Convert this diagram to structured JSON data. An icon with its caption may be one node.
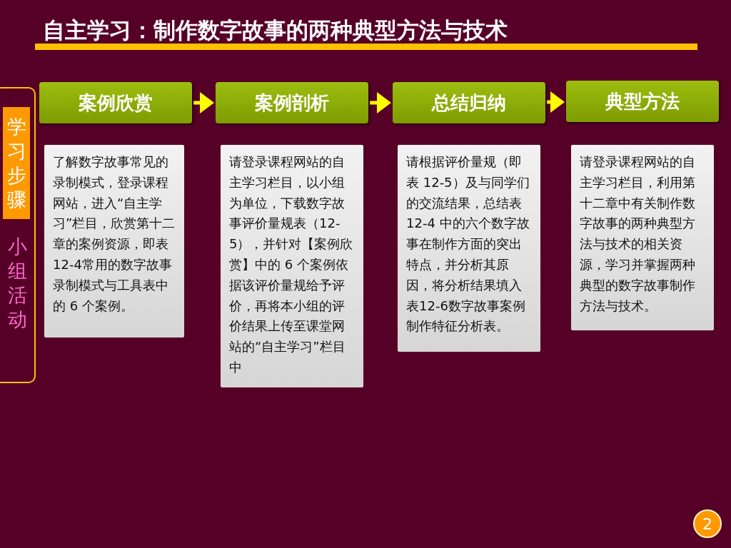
{
  "diagram": {
    "title": "自主学习：制作数字故事的两种典型方法与技术",
    "nodes": [
      {
        "text": [
          "小组活动"
        ]
      },
      {
        "text": [
          "学习步骤"
        ],
        "in": 0
      },
      {
        "text": [
          "案例欣赏"
        ]
      },
      {
        "text": [
          "案例剖析"
        ]
      },
      {
        "text": [
          "总结归纳"
        ]
      },
      {
        "text": [
          "典型方法"
        ]
      },
      {
        "text": [
          "了解数字故事常见的录制模式，登录课程网站，进入“自主学习”栏目，欣赏第十二章的案例资源，即表12-4常用的数字故事录制模式与工具表中的 6 个案例。"
        ]
      },
      {
        "text": [
          "请登录课程网站的自主学习栏目，以小组为单位，下载数字故事评价量规表（12-5），并针对【案例欣赏】中的 6 个案例依据该评价量规给予评价，再将本小组的评价结果上传至课堂网站的“自主学习”栏目中"
        ]
      },
      {
        "text": [
          "请根据评价量规（即表 12-5）及与同学们的交流结果，总结表 12-4 中的六个数字故事在制作方面的突出特点，并分析其原因，将分析结果填入表12-6数字故事案例制作特征分析表。"
        ]
      },
      {
        "text": [
          "请登录课程网站的自主学习栏目，利用第十二章中有关制作数字故事的两种典型方法与技术的相关资源，学习并掌握两种典型的数字故事制作方法与技术。"
        ]
      },
      {
        "text": [
          "2"
        ]
      }
    ],
    "edges": [
      {
        "from": 2,
        "to": 3,
        "arrow": "to"
      },
      {
        "from": 3,
        "to": 4,
        "arrow": "to"
      },
      {
        "from": 4,
        "to": 5,
        "arrow": "to"
      }
    ]
  }
}
